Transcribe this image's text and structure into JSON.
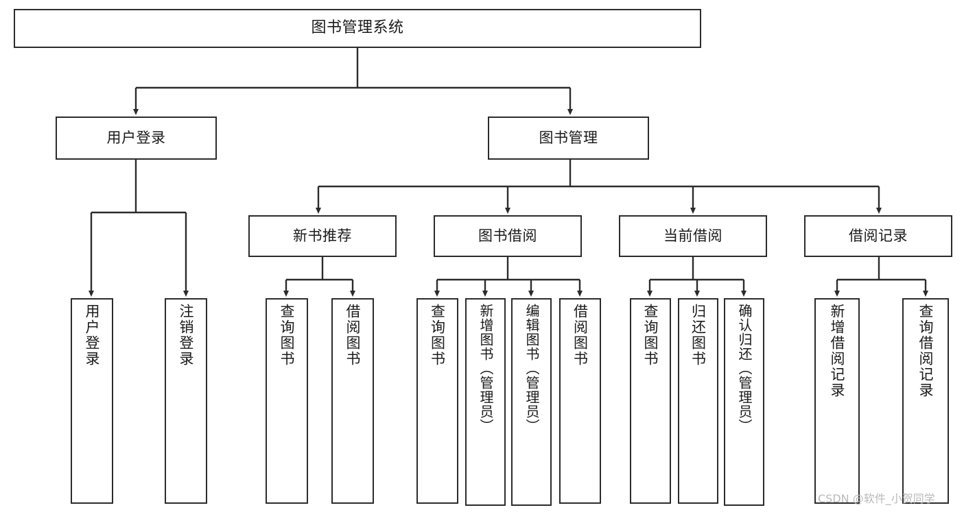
{
  "diagram": {
    "type": "tree-hierarchy",
    "title": "图书管理系统",
    "stroke_color": "#2b2b2b",
    "background_color": "#ffffff",
    "text_color": "#1a1a1a"
  },
  "nodes": {
    "root": {
      "label": "图书管理系统"
    },
    "level2": [
      {
        "label": "用户登录"
      },
      {
        "label": "图书管理"
      }
    ],
    "level3": [
      {
        "label": "新书推荐"
      },
      {
        "label": "图书借阅"
      },
      {
        "label": "当前借阅"
      },
      {
        "label": "借阅记录"
      }
    ],
    "leaves": {
      "user_login": [
        {
          "label": "用户登录"
        },
        {
          "label": "注销登录"
        }
      ],
      "new_book_recommend": [
        {
          "label": "查询图书"
        },
        {
          "label": "借阅图书"
        }
      ],
      "book_borrow": [
        {
          "label": "查询图书"
        },
        {
          "label": "新增图书（管理员）"
        },
        {
          "label": "编辑图书（管理员）"
        },
        {
          "label": "借阅图书"
        }
      ],
      "current_borrow": [
        {
          "label": "查询图书"
        },
        {
          "label": "归还图书"
        },
        {
          "label": "确认归还（管理员）"
        }
      ],
      "borrow_record": [
        {
          "label": "新增借阅记录"
        },
        {
          "label": "查询借阅记录"
        }
      ]
    }
  },
  "watermark": {
    "text": "CSDN @软件_小贺同学"
  }
}
